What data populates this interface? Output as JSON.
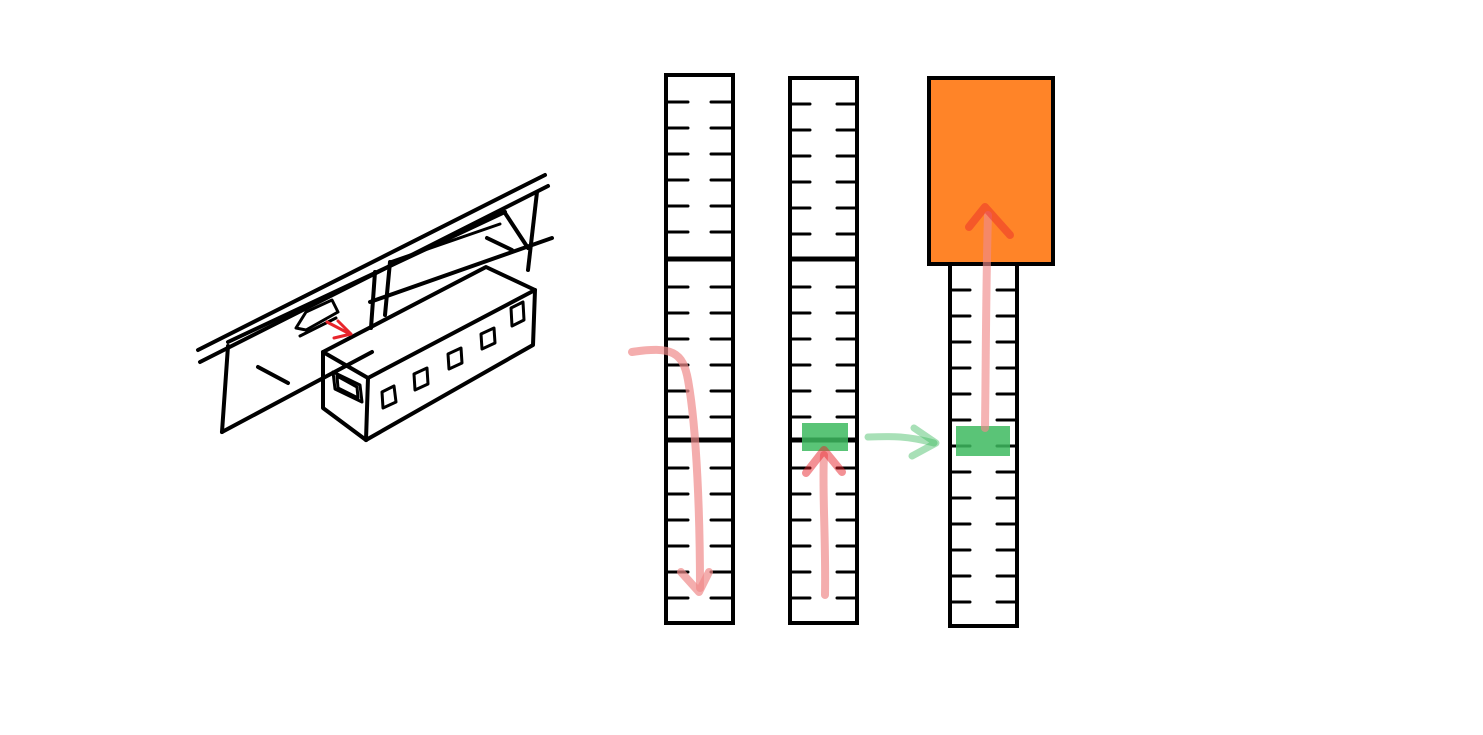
{
  "colors": {
    "ink": "#000000",
    "background": "#ffffff",
    "highlight_red": "#f08a8a",
    "arrow_red": "#e8242b",
    "highlight_green": "#3dba5f",
    "block_orange": "#ff8428"
  },
  "icons": {
    "sketch": "3d-box-on-rail-sketch-icon",
    "arrow": "arrow-icon"
  },
  "columns": [
    {
      "name": "column-1",
      "segments": 3,
      "marks_per_segment": 6
    },
    {
      "name": "column-2",
      "segments": 3,
      "marks_per_segment": 6,
      "has_green_marker": true
    },
    {
      "name": "column-3",
      "segments": 1,
      "marks_per_segment": 13,
      "has_green_marker": true,
      "has_orange_block": true
    }
  ]
}
